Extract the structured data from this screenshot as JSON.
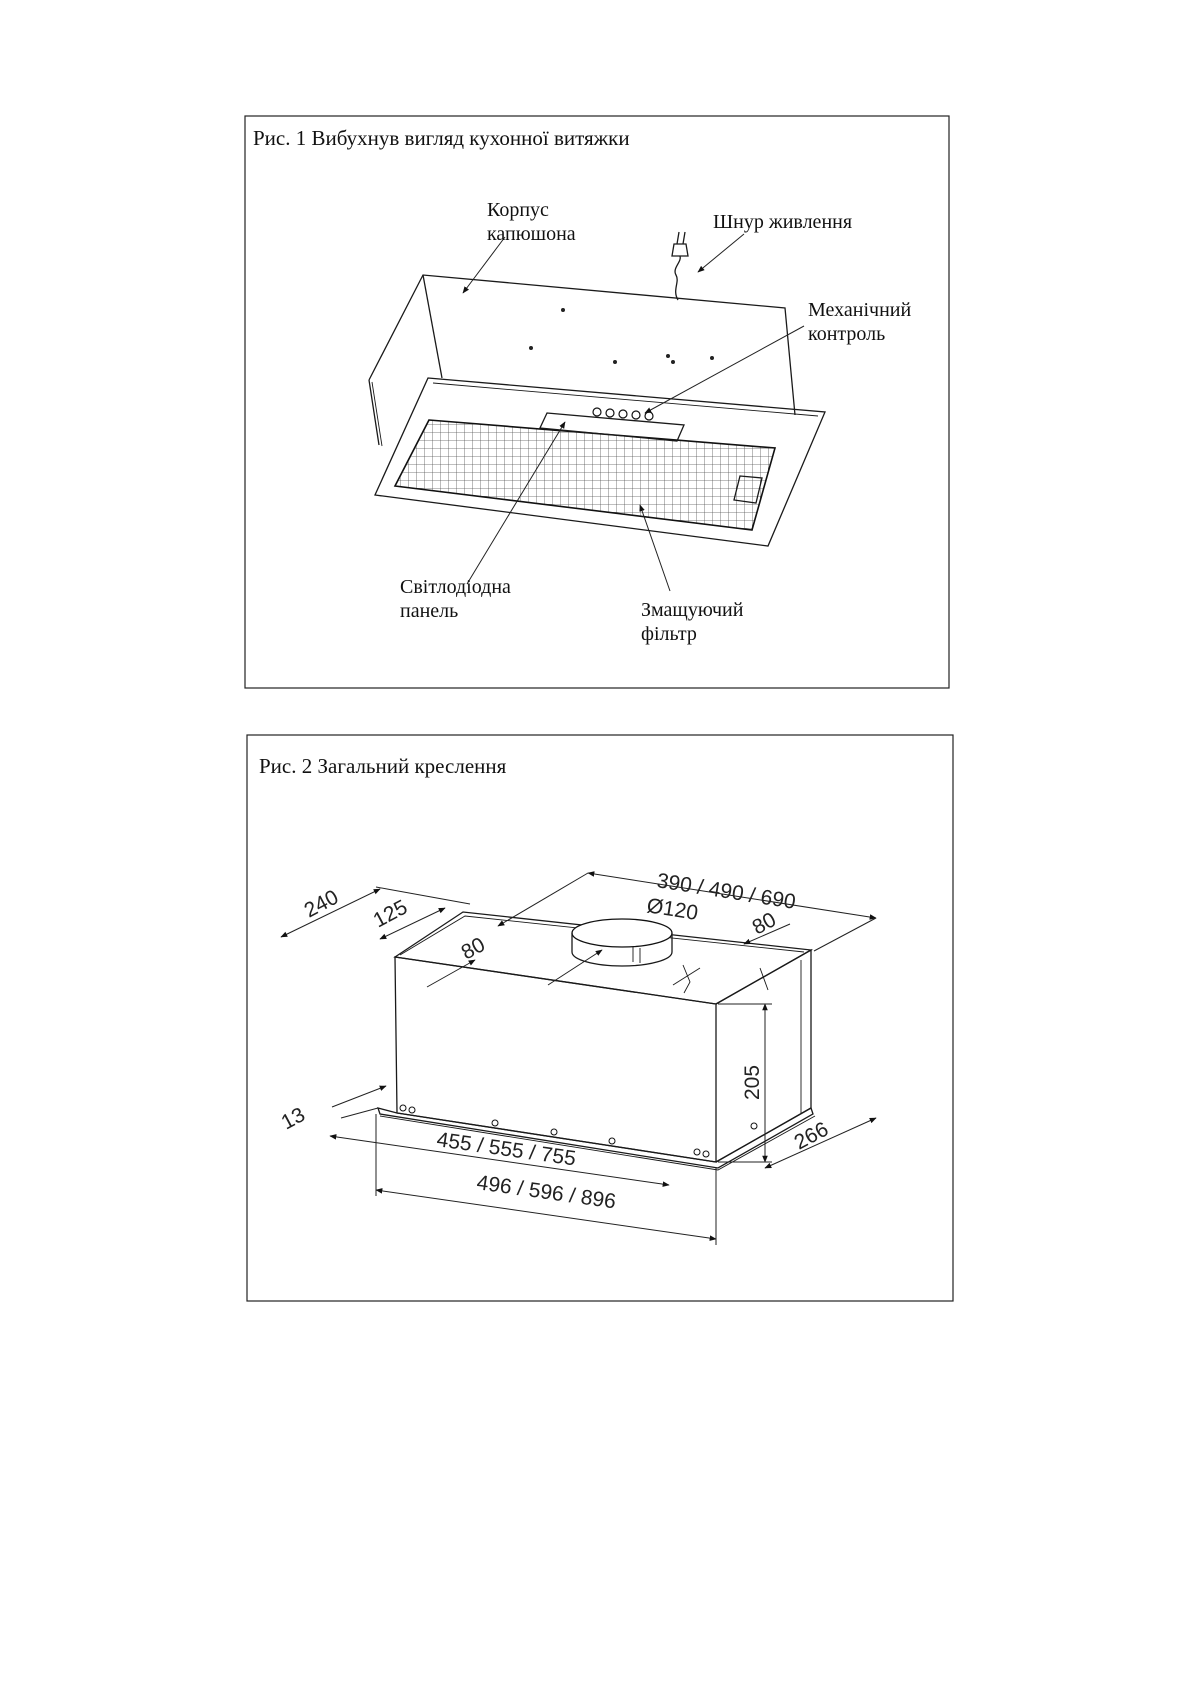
{
  "figure1": {
    "title": "Рис. 1 Вибухнув вигляд кухонної витяжки",
    "labels": {
      "hood_body_line1": "Корпус",
      "hood_body_line2": "капюшона",
      "power_cord": "Шнур живлення",
      "mech_control_line1": "Механічний",
      "mech_control_line2": "контроль",
      "led_panel_line1": "Світлодіодна",
      "led_panel_line2": "панель",
      "grease_filter_line1": "Змащуючий",
      "grease_filter_line2": "фільтр"
    }
  },
  "figure2": {
    "title": "Рис. 2 Загальний креслення",
    "dimensions": {
      "depth_240": "240",
      "offset_125": "125",
      "width_top": "390 / 490 / 690",
      "duct_dia": "Ø120",
      "rear_80": "80",
      "front_80": "80",
      "height_205": "205",
      "depth_266": "266",
      "flange_13": "13",
      "body_width": "455 / 555 / 755",
      "panel_width": "496 / 596 / 896"
    }
  }
}
